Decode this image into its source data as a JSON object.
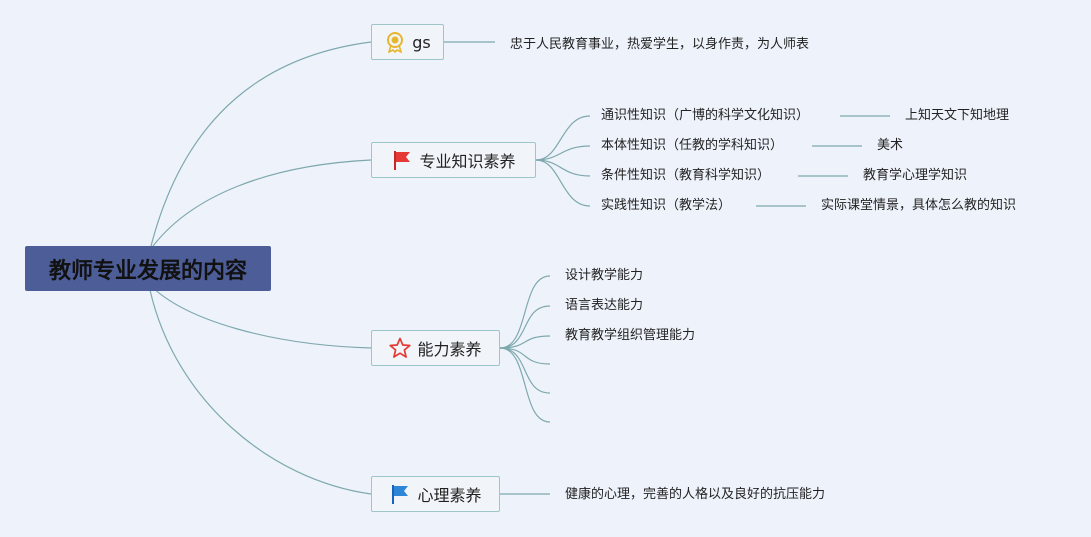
{
  "root": {
    "label": "教师专业发展的内容"
  },
  "branches": [
    {
      "label": "gs",
      "icon": "medal-icon",
      "children": [
        {
          "label": "忠于人民教育事业，热爱学生，以身作责，为人师表"
        }
      ]
    },
    {
      "label": "专业知识素养",
      "icon": "red-flag-icon",
      "children": [
        {
          "label": "通识性知识（广博的科学文化知识）",
          "detail": "上知天文下知地理"
        },
        {
          "label": "本体性知识（任教的学科知识）",
          "detail": "美术"
        },
        {
          "label": "条件性知识（教育科学知识）",
          "detail": "教育学心理学知识"
        },
        {
          "label": "实践性知识（教学法）",
          "detail": "实际课堂情景，具体怎么教的知识"
        }
      ]
    },
    {
      "label": "能力素养",
      "icon": "star-icon",
      "children": [
        {
          "label": "设计教学能力"
        },
        {
          "label": "语言表达能力"
        },
        {
          "label": "教育教学组织管理能力"
        },
        {
          "label": ""
        },
        {
          "label": ""
        },
        {
          "label": ""
        }
      ]
    },
    {
      "label": "心理素养",
      "icon": "blue-flag-icon",
      "children": [
        {
          "label": "健康的心理，完善的人格以及良好的抗压能力"
        }
      ]
    }
  ],
  "colors": {
    "background": "#eef3fb",
    "root_fill": "#4d5d97",
    "connector": "#7fa8ae",
    "branch_border": "#9cc6c7",
    "medal": "#e8b62c",
    "red_flag": "#e53935",
    "star": "#e53935",
    "blue_flag": "#2e86d6"
  }
}
